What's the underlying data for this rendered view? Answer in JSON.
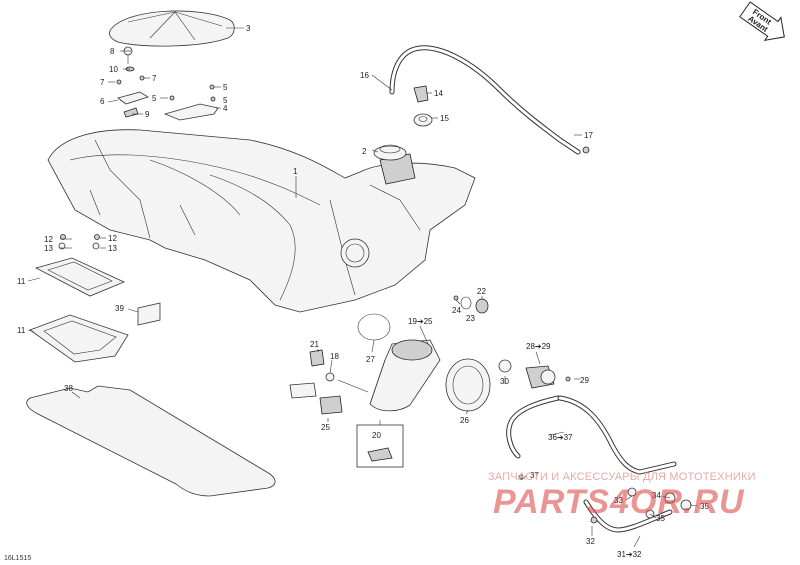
{
  "callouts": [
    {
      "id": "c3",
      "text": "3"
    },
    {
      "id": "c8",
      "text": "8"
    },
    {
      "id": "c10",
      "text": "10"
    },
    {
      "id": "c7a",
      "text": "7"
    },
    {
      "id": "c7b",
      "text": "7"
    },
    {
      "id": "c6",
      "text": "6"
    },
    {
      "id": "c5a",
      "text": "5"
    },
    {
      "id": "c5b",
      "text": "5"
    },
    {
      "id": "c5c",
      "text": "5"
    },
    {
      "id": "c9",
      "text": "9"
    },
    {
      "id": "c4",
      "text": "4"
    },
    {
      "id": "c16",
      "text": "16"
    },
    {
      "id": "c14",
      "text": "14"
    },
    {
      "id": "c15",
      "text": "15"
    },
    {
      "id": "c17",
      "text": "17"
    },
    {
      "id": "c2",
      "text": "2"
    },
    {
      "id": "c1",
      "text": "1"
    },
    {
      "id": "c12a",
      "text": "12"
    },
    {
      "id": "c12b",
      "text": "12"
    },
    {
      "id": "c13a",
      "text": "13"
    },
    {
      "id": "c13b",
      "text": "13"
    },
    {
      "id": "c11a",
      "text": "11"
    },
    {
      "id": "c39",
      "text": "39"
    },
    {
      "id": "c11b",
      "text": "11"
    },
    {
      "id": "c22",
      "text": "22"
    },
    {
      "id": "c24",
      "text": "24"
    },
    {
      "id": "c23",
      "text": "23"
    },
    {
      "id": "c1925",
      "text": "19➔25"
    },
    {
      "id": "c27",
      "text": "27"
    },
    {
      "id": "c21",
      "text": "21"
    },
    {
      "id": "c18",
      "text": "18"
    },
    {
      "id": "c2829",
      "text": "28➔29"
    },
    {
      "id": "c30",
      "text": "30"
    },
    {
      "id": "c29",
      "text": "29"
    },
    {
      "id": "c26",
      "text": "26"
    },
    {
      "id": "c25",
      "text": "25"
    },
    {
      "id": "c20",
      "text": "20"
    },
    {
      "id": "c38",
      "text": "38"
    },
    {
      "id": "c3637",
      "text": "36➔37"
    },
    {
      "id": "c37",
      "text": "37"
    },
    {
      "id": "c33",
      "text": "33"
    },
    {
      "id": "c34",
      "text": "34"
    },
    {
      "id": "c35a",
      "text": "35"
    },
    {
      "id": "c35b",
      "text": "35"
    },
    {
      "id": "c32",
      "text": "32"
    },
    {
      "id": "c3132",
      "text": "31➔32"
    }
  ],
  "front_badge": {
    "line1": "Front",
    "line2": "Avant"
  },
  "watermark": {
    "line1": "ЗАПЧАСТИ И АКСЕССУАРЫ ДЛЯ МОТОТЕХНИКИ",
    "line2": "PARTS4OR.RU"
  },
  "diagram_code": "16L1515"
}
